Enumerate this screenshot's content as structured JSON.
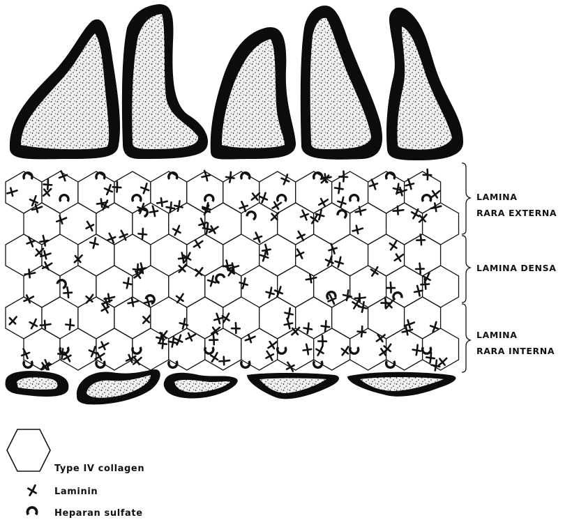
{
  "layers": [
    {
      "id": "externa",
      "line1": "LAMINA",
      "line2": "RARA EXTERNA"
    },
    {
      "id": "densa",
      "line1": "LAMINA DENSA",
      "line2": ""
    },
    {
      "id": "interna",
      "line1": "LAMINA",
      "line2": "RARA INTERNA"
    }
  ],
  "legend": [
    {
      "id": "collagen",
      "icon": "hexagon-icon",
      "label": "Type IV collagen"
    },
    {
      "id": "laminin",
      "icon": "laminin-cross-icon",
      "label": "Laminin"
    },
    {
      "id": "heparan",
      "icon": "heparan-ring-icon",
      "label": "Heparan sulfate"
    }
  ],
  "colors": {
    "ink": "#111111",
    "paper": "#ffffff"
  }
}
